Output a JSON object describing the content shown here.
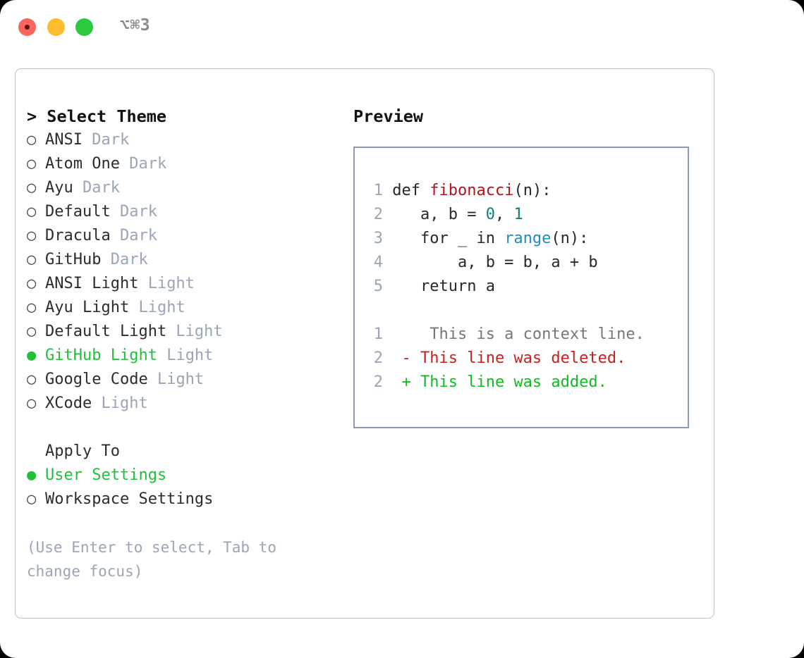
{
  "titlebar": {
    "shortcut": "⌥⌘3",
    "buttons": [
      {
        "name": "close",
        "color": "#f9655f"
      },
      {
        "name": "minimize",
        "color": "#fcbc2e"
      },
      {
        "name": "zoom",
        "color": "#2ac940"
      }
    ]
  },
  "colors": {
    "selected_green": "#22c03a",
    "badge_gray": "#9aa5b5",
    "border": "#8c9aab",
    "card_border": "#b9c2ce",
    "hint": "#9aa5b5"
  },
  "theme_list": {
    "header": "> Select Theme",
    "marker_selected": "●",
    "marker_unselected": "○",
    "items": [
      {
        "name": "ANSI",
        "badge": "Dark",
        "selected": false
      },
      {
        "name": "Atom One",
        "badge": "Dark",
        "selected": false
      },
      {
        "name": "Ayu",
        "badge": "Dark",
        "selected": false
      },
      {
        "name": "Default",
        "badge": "Dark",
        "selected": false
      },
      {
        "name": "Dracula",
        "badge": "Dark",
        "selected": false
      },
      {
        "name": "GitHub",
        "badge": "Dark",
        "selected": false
      },
      {
        "name": "ANSI Light",
        "badge": "Light",
        "selected": false
      },
      {
        "name": "Ayu Light",
        "badge": "Light",
        "selected": false
      },
      {
        "name": "Default Light",
        "badge": "Light",
        "selected": false
      },
      {
        "name": "GitHub Light",
        "badge": "Light",
        "selected": true
      },
      {
        "name": "Google Code",
        "badge": "Light",
        "selected": false
      },
      {
        "name": "XCode",
        "badge": "Light",
        "selected": false
      }
    ]
  },
  "apply_to": {
    "header": "Apply To",
    "options": [
      {
        "label": "User Settings",
        "selected": true
      },
      {
        "label": "Workspace Settings",
        "selected": false
      }
    ]
  },
  "hint": "(Use Enter to select, Tab to change focus)",
  "preview": {
    "title": "Preview",
    "code_lines": [
      {
        "num": "1",
        "tokens": [
          {
            "t": "def ",
            "c": "plain"
          },
          {
            "t": "fibonacci",
            "c": "fn"
          },
          {
            "t": "(n):",
            "c": "plain"
          }
        ]
      },
      {
        "num": "2",
        "tokens": [
          {
            "t": "    a, b = ",
            "c": "plain"
          },
          {
            "t": "0",
            "c": "num"
          },
          {
            "t": ", ",
            "c": "plain"
          },
          {
            "t": "1",
            "c": "num"
          }
        ]
      },
      {
        "num": "3",
        "tokens": [
          {
            "t": "    for _ in ",
            "c": "plain"
          },
          {
            "t": "range",
            "c": "call"
          },
          {
            "t": "(n):",
            "c": "plain"
          }
        ]
      },
      {
        "num": "4",
        "tokens": [
          {
            "t": "        a, b = b, a + b",
            "c": "plain"
          }
        ]
      },
      {
        "num": "5",
        "tokens": [
          {
            "t": "    return a",
            "c": "plain"
          }
        ]
      }
    ],
    "diff_lines": [
      {
        "num": "1",
        "sign": " ",
        "text": "  This is a context line.",
        "c": "ctx"
      },
      {
        "num": "2",
        "sign": "-",
        "text": " This line was deleted.",
        "c": "del"
      },
      {
        "num": "2",
        "sign": "+",
        "text": " This line was added.",
        "c": "add"
      }
    ]
  }
}
